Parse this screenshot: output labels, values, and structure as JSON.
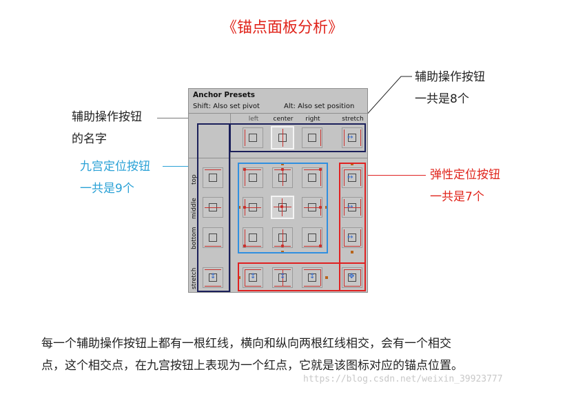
{
  "title": "《锚点面板分析》",
  "panel": {
    "header": "Anchor Presets",
    "shift_hint": "Shift: Also set pivot",
    "alt_hint": "Alt: Also set position",
    "columns": [
      "left",
      "center",
      "right",
      "stretch"
    ],
    "rows": [
      "top",
      "middle",
      "bottom",
      "stretch"
    ]
  },
  "annotations": {
    "aux_buttons": {
      "line1": "辅助操作按钮",
      "line2": "一共是8个"
    },
    "aux_names": {
      "line1": "辅助操作按钮",
      "line2": "的名字"
    },
    "grid_buttons": {
      "line1": "九宫定位按钮",
      "line2": "一共是9个"
    },
    "stretch_buttons": {
      "line1": "弹性定位按钮",
      "line2": "一共是7个"
    }
  },
  "footer": {
    "line1": "每一个辅助操作按钮上都有一根红线，横向和纵向两根红线相交，会有一个相交",
    "line2": "点，这个相交点，在九宫按钮上表现为一个红点，它就是该图标对应的锚点位置。"
  },
  "watermark": "https://blog.csdn.net/weixin_39923777",
  "colors": {
    "title_red": "#e0241b",
    "grid_blue": "#2f8fe0",
    "stretch_red": "#e02020",
    "aux_navy": "#1a1f5a",
    "anchor_line": "#c9302c",
    "stretch_arrow": "#2f66c9"
  }
}
